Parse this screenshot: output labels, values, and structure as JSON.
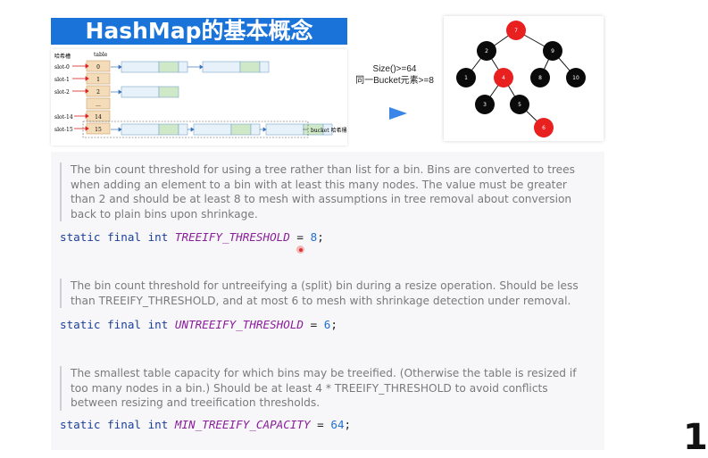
{
  "title": "HashMap的基本概念",
  "hash_diagram": {
    "header_left": "哈希槽",
    "header_table": "table",
    "slots": [
      {
        "label": "slot-0",
        "index": "0"
      },
      {
        "label": "slot-1",
        "index": "1"
      },
      {
        "label": "slot-2",
        "index": "2"
      },
      {
        "label": "",
        "index": "..."
      },
      {
        "label": "slot-14",
        "index": "14"
      },
      {
        "label": "slot-15",
        "index": "15"
      }
    ],
    "bucket_label": "bucket 哈希桶"
  },
  "condition": {
    "line1": "Size()>=64",
    "line2": "同一Bucket元素>=8"
  },
  "tree": {
    "nodes": [
      "7",
      "2",
      "9",
      "1",
      "4",
      "8",
      "10",
      "3",
      "5",
      "6"
    ],
    "colors": {
      "red": "#e8201f",
      "black": "#0a0a0a"
    }
  },
  "doc": {
    "treeify_comment": "The bin count threshold for using a tree rather than list for a bin. Bins are converted to trees when adding an element to a bin with at least this many nodes. The value must be greater than 2 and should be at least 8 to mesh with assumptions in tree removal about conversion back to plain bins upon shrinkage.",
    "treeify_code": {
      "mods": "static final int",
      "name": "TREEIFY_THRESHOLD",
      "eq": "=",
      "value": "8",
      "end": ";"
    },
    "untreeify_comment": "The bin count threshold for untreeifying a (split) bin during a resize operation. Should be less than TREEIFY_THRESHOLD, and at most 6 to mesh with shrinkage detection under removal.",
    "untreeify_code": {
      "mods": "static final int",
      "name": "UNTREEIFY_THRESHOLD",
      "eq": "=",
      "value": "6",
      "end": ";"
    },
    "min_comment": "The smallest table capacity for which bins may be treeified. (Otherwise the table is resized if too many nodes in a bin.) Should be at least 4 * TREEIFY_THRESHOLD to avoid conflicts between resizing and treeification thresholds.",
    "min_code": {
      "mods": "static final int",
      "name": "MIN_TREEIFY_CAPACITY",
      "eq": "=",
      "value": "64",
      "end": ";"
    }
  },
  "corner_glyph": "1"
}
